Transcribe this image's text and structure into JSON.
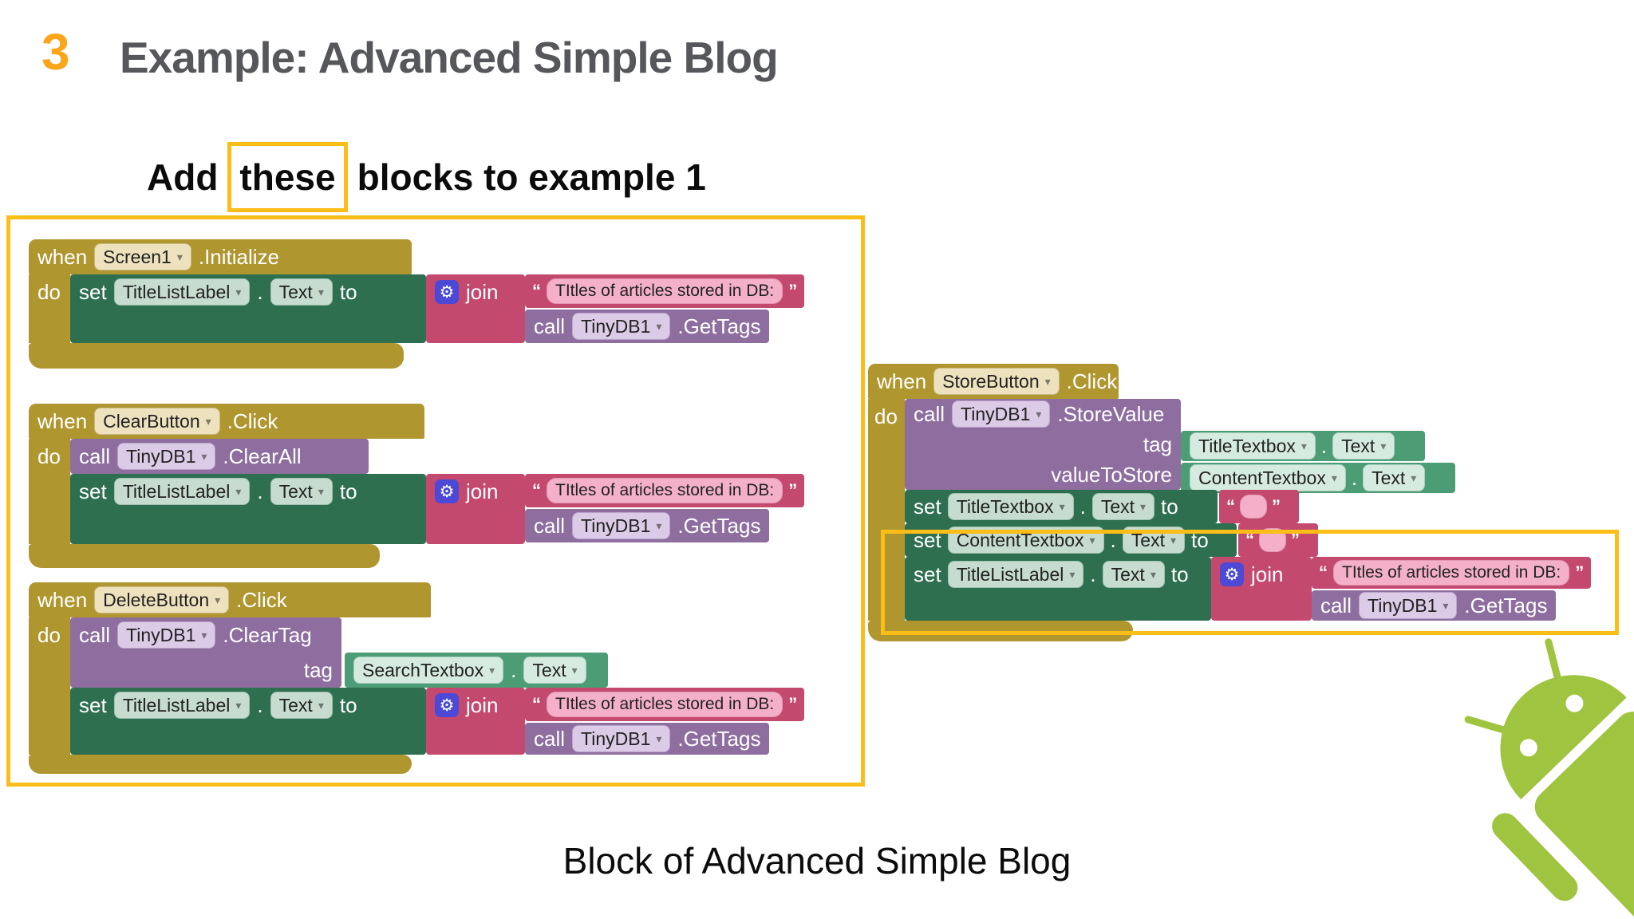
{
  "slide": {
    "number": "3",
    "title": "Example: Advanced Simple Blog",
    "subtitle_pre": "Add",
    "subtitle_highlight": "these",
    "subtitle_post": "blocks to example 1",
    "caption": "Block of Advanced Simple Blog"
  },
  "labels": {
    "when": "when",
    "do": "do",
    "set": "set",
    "call": "call",
    "to": "to",
    "tag": "tag",
    "value_to_store": "valueToStore",
    "join": "join",
    "dot": ".",
    "open_quote": "“",
    "close_quote": "”"
  },
  "icons": {
    "dropdown": "▾",
    "gear": "⚙"
  },
  "components": {
    "screen": "Screen1",
    "clear_button": "ClearButton",
    "delete_button": "DeleteButton",
    "store_button": "StoreButton",
    "tiny_db": "TinyDB1",
    "title_list_label": "TitleListLabel",
    "title_textbox": "TitleTextbox",
    "content_textbox": "ContentTextbox",
    "search_textbox": "SearchTextbox",
    "text_prop": "Text"
  },
  "methods": {
    "initialize": ".Initialize",
    "click": ".Click",
    "clear_all": ".ClearAll",
    "clear_tag": ".ClearTag",
    "store_value": ".StoreValue",
    "get_tags": ".GetTags"
  },
  "strings": {
    "titles_in_db": "TItles of articles stored in DB:"
  },
  "colors": {
    "highlight_yellow": "#FBBD17",
    "event_gold": "#B0962F",
    "setter_green": "#2E6F50",
    "getter_green": "#4C9C75",
    "logic_crimson": "#C4496F",
    "call_purple": "#8E6D9F",
    "string_pink": "#F3B0C8",
    "android_green": "#9FC43F",
    "title_gray": "#56575B",
    "number_orange": "#F9A61A"
  }
}
